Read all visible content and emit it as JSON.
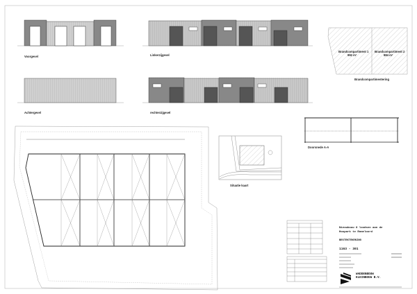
{
  "elevations": {
    "front": "Voorgevel",
    "rear": "Achtergevel",
    "left": "Linkerzijgevel",
    "right": "rechterzijgevel"
  },
  "fire_compartments": {
    "c1_name": "Brandcompartiment 1",
    "c1_area": "992 m²",
    "c2_name": "Brandcompartiment 2",
    "c2_area": "884 m²",
    "title": "Brandcompartimentering"
  },
  "section": {
    "title": "Doorsnede A-A"
  },
  "situation": {
    "title": "Situatie kaart"
  },
  "title_block": {
    "project_line1": "Nieuwbouw 8 loodsen aan de",
    "project_line2": "Hoopark te Emmeloord",
    "drawing": "BESTEKTEKENING",
    "number": "1163 - 301",
    "company_line1": "WADDENBOUW",
    "company_line2": "KLEINBOUW B.V."
  },
  "colors": {
    "line": "#333333",
    "dark_panel": "#777777",
    "light_panel": "#c8c8c8",
    "accent_red": "#cc3333"
  }
}
